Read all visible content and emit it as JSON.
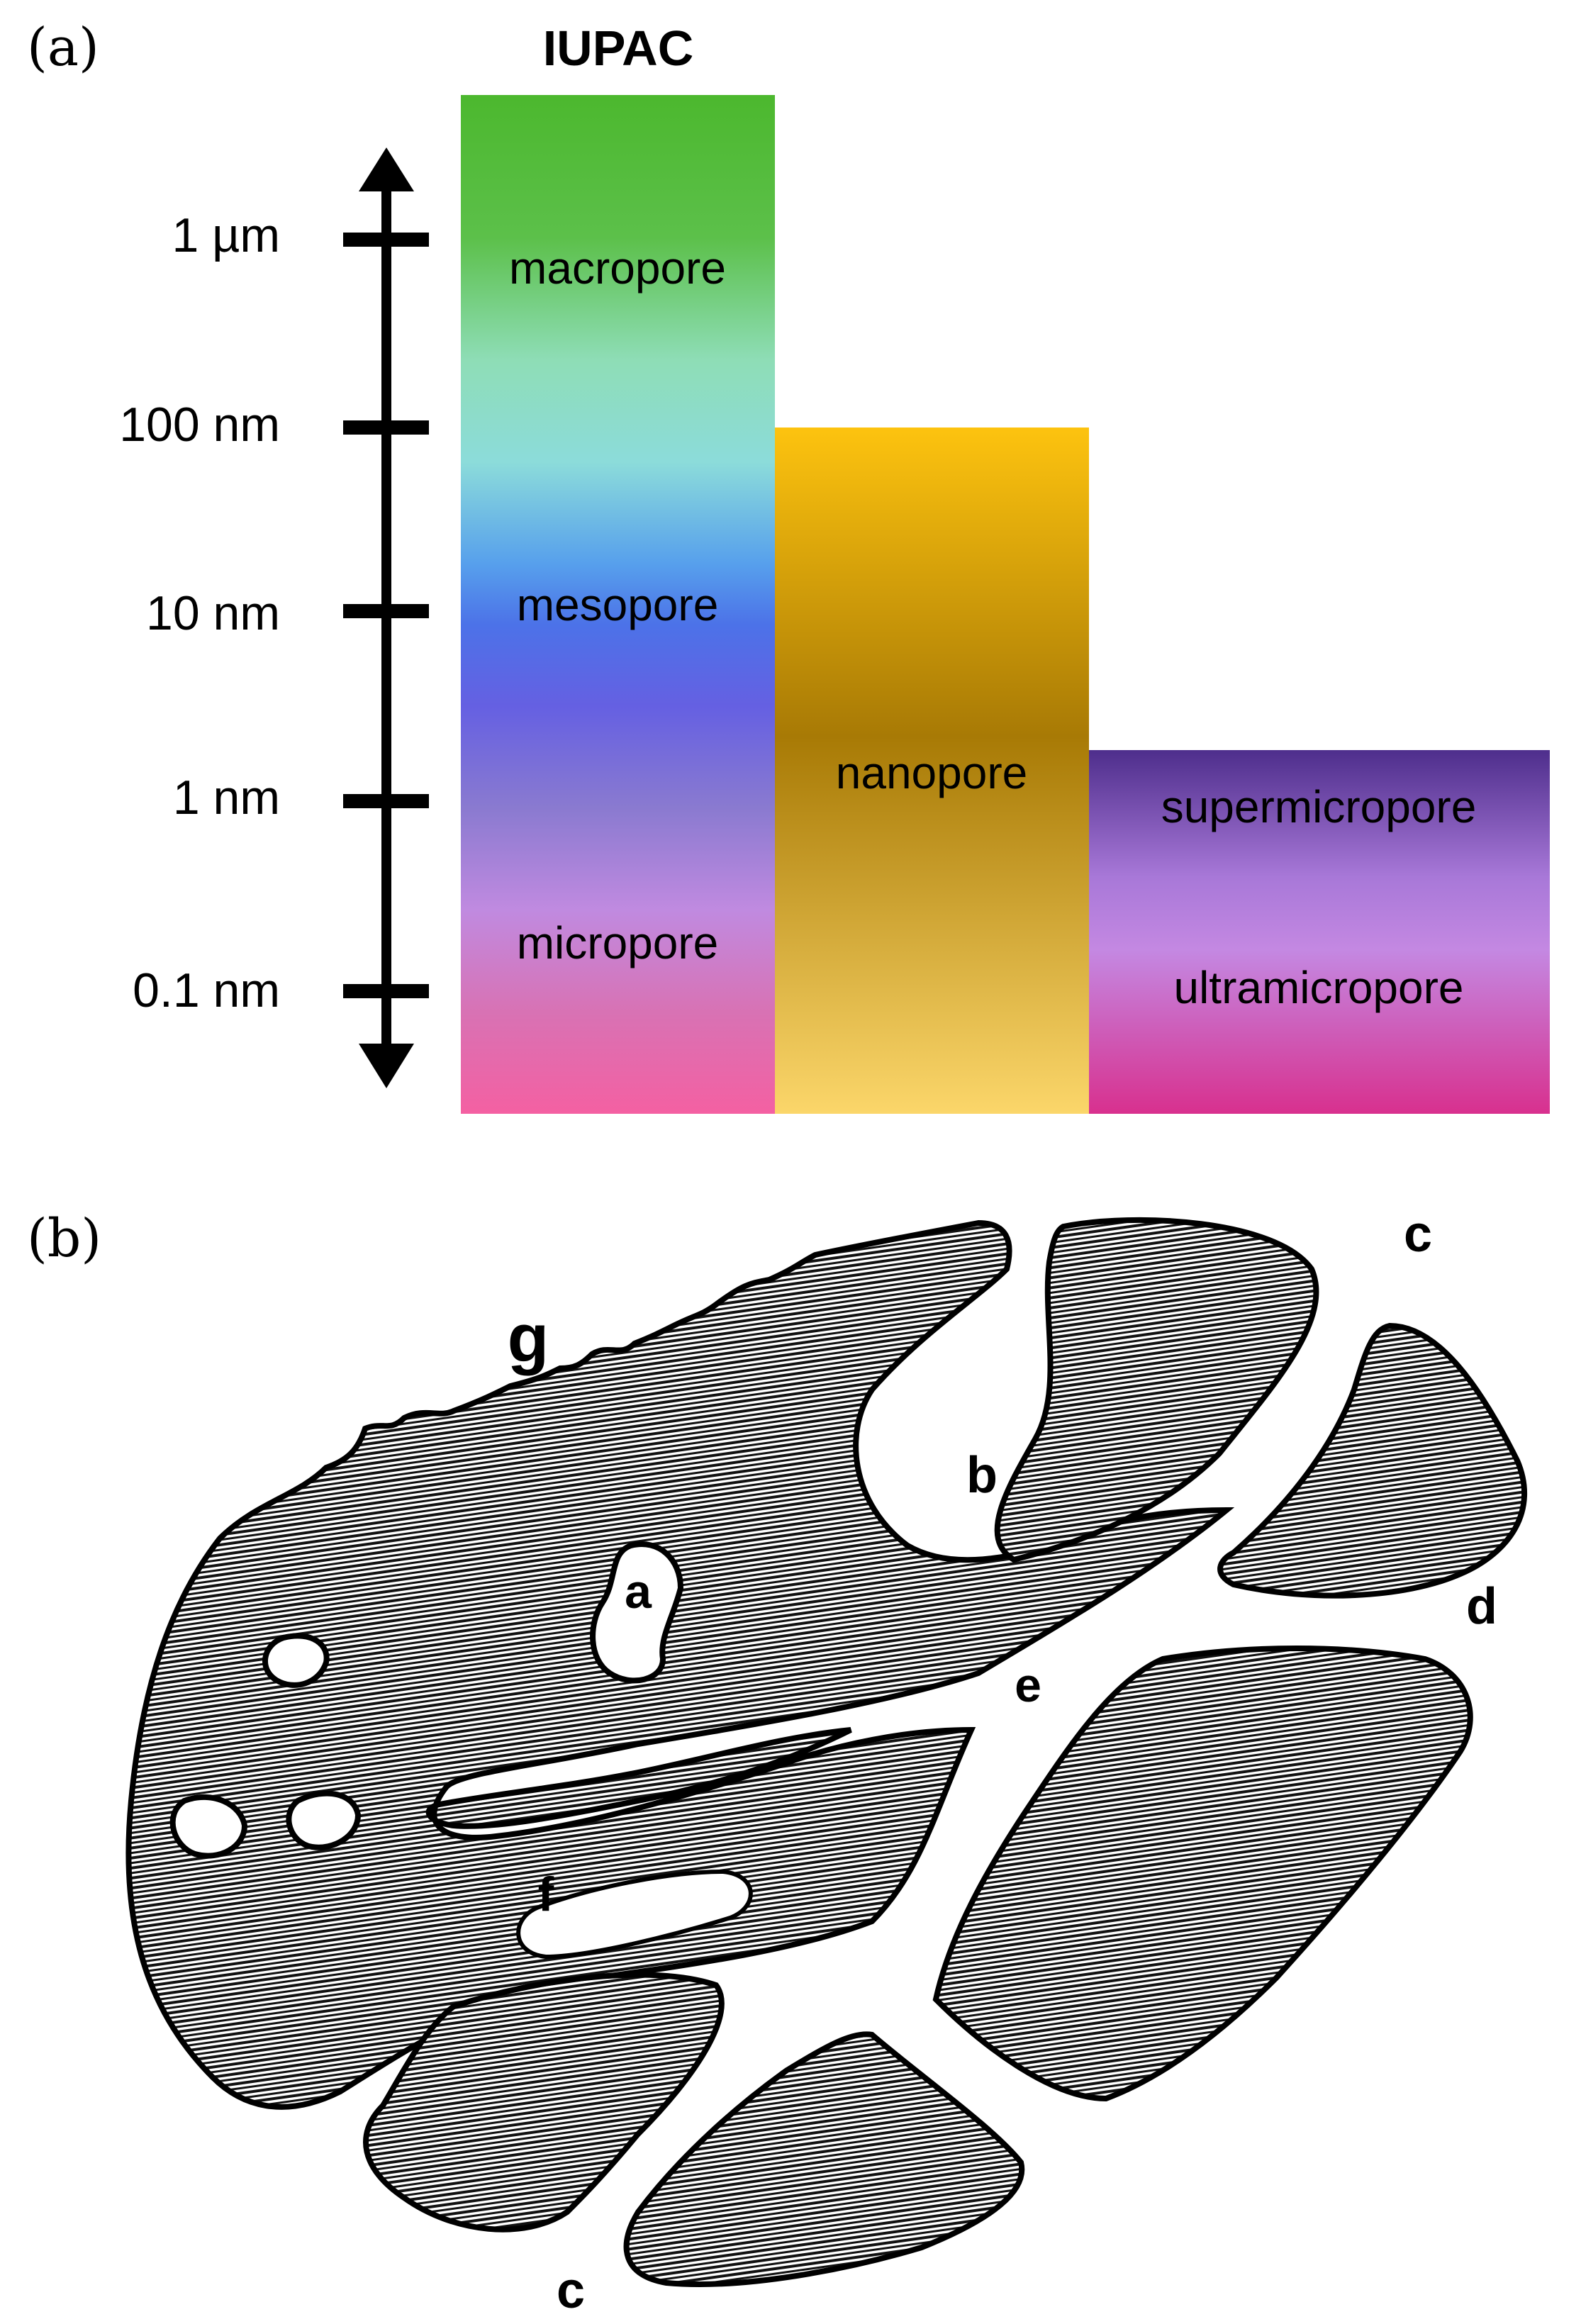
{
  "panel_a": {
    "label": "(a)",
    "header": "IUPAC",
    "scale": {
      "ticks": [
        "1 µm",
        "100 nm",
        "10 nm",
        "1 nm",
        "0.1 nm"
      ]
    },
    "columns": {
      "iupac": {
        "regions": [
          "macropore",
          "mesopore",
          "micropore"
        ]
      },
      "nano": {
        "regions": [
          "nanopore"
        ]
      },
      "sub": {
        "regions": [
          "supermicropore",
          "ultramicropore"
        ]
      }
    }
  },
  "panel_b": {
    "label": "(b)",
    "letters": {
      "a": "a",
      "b": "b",
      "c_top": "c",
      "c_bottom": "c",
      "d": "d",
      "e": "e",
      "f": "f",
      "g": "g"
    }
  },
  "colors": {
    "macro_top": "#4CB82E",
    "macro_mid": "#8EDDD6",
    "meso": "#4C72E8",
    "meso_purple": "#6A5EE0",
    "micro": "#C08AE0",
    "micro_bottom": "#F060A0",
    "nano_top": "#FDC30F",
    "nano_mid": "#A87A05",
    "nano_bottom": "#FBD66A",
    "sub_top": "#4E2E8C",
    "sub_mid": "#C07AE0",
    "sub_bottom": "#D8308E",
    "axis": "#000000",
    "hatch": "#111111"
  }
}
